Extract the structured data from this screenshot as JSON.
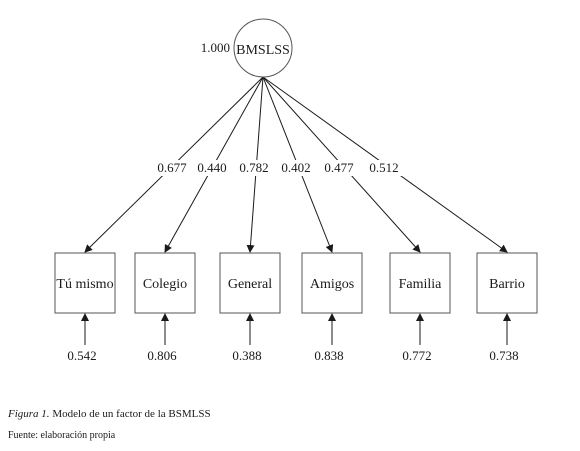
{
  "latent": {
    "name": "BMSLSS",
    "variance": "1.000"
  },
  "indicators": [
    {
      "name": "Tú mismo",
      "loading": "0.677",
      "error": "0.542"
    },
    {
      "name": "Colegio",
      "loading": "0.440",
      "error": "0.806"
    },
    {
      "name": "General",
      "loading": "0.782",
      "error": "0.388"
    },
    {
      "name": "Amigos",
      "loading": "0.402",
      "error": "0.838"
    },
    {
      "name": "Familia",
      "loading": "0.477",
      "error": "0.772"
    },
    {
      "name": "Barrio",
      "loading": "0.512",
      "error": "0.738"
    }
  ],
  "caption": {
    "label": "Figura 1.",
    "text": " Modelo de un factor de la BSMLSS"
  },
  "source": "Fuente: elaboración propia"
}
